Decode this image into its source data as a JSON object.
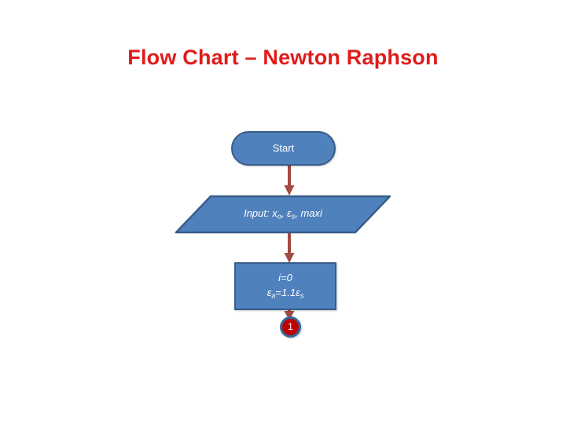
{
  "page": {
    "title": "Flow Chart – Newton Raphson",
    "background_color": "#FFFFFF",
    "title_color": "#E01B1B"
  },
  "theme": {
    "shape_fill": "#4F81BD",
    "shape_border": "#385D8A",
    "shape_text_color": "#FFFFFF",
    "arrow_color": "#A34A42",
    "connector_fill": "#C00000",
    "connector_border": "#31699C"
  },
  "flowchart": {
    "type": "flowchart",
    "orientation": "top-to-bottom",
    "nodes": [
      {
        "id": "start",
        "shape": "terminator",
        "label": "Start"
      },
      {
        "id": "input",
        "shape": "parallelogram",
        "label_prefix": "Input: ",
        "label_var1": "x",
        "label_var1_sub": "o",
        "label_sep1": ", ",
        "label_var2": "ε",
        "label_var2_sub": "s",
        "label_sep2": ", ",
        "label_var3": "maxi",
        "label_plain": "Input: xo, εs, maxi"
      },
      {
        "id": "init",
        "shape": "process",
        "line1": "i=0",
        "line2_var1": "ε",
        "line2_var1_sub": "a",
        "line2_mid": "=1.1",
        "line2_var2": "ε",
        "line2_var2_sub": "s",
        "line2_plain": "εa=1.1εs"
      },
      {
        "id": "connector-1",
        "shape": "off-page-connector",
        "label": "1"
      }
    ],
    "edges": [
      {
        "from": "start",
        "to": "input",
        "label": ""
      },
      {
        "from": "input",
        "to": "init",
        "label": ""
      },
      {
        "from": "init",
        "to": "connector-1",
        "label": ""
      }
    ]
  }
}
